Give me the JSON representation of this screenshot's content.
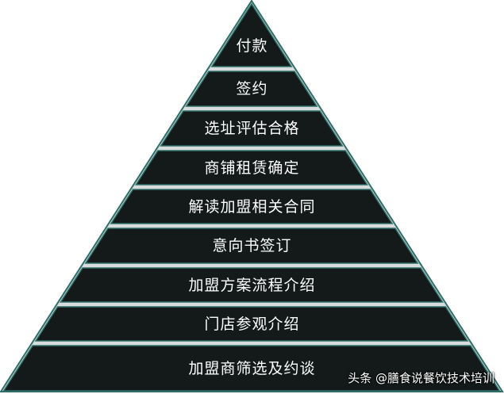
{
  "diagram": {
    "type": "pyramid",
    "tiers_top_to_bottom": [
      "付款",
      "签约",
      "选址评估合格",
      "商铺租赁确定",
      "解读加盟相关合同",
      "意向书签订",
      "加盟方案流程介绍",
      "门店参观介绍",
      "加盟商筛选及约谈"
    ]
  },
  "colors": {
    "tier_fill": "#141a1a",
    "tier_outline": "#2f6f6a",
    "separator": "#d9dcdc",
    "label_text": "#ffffff"
  },
  "watermark": "头条 @膳食说餐饮技术培训"
}
